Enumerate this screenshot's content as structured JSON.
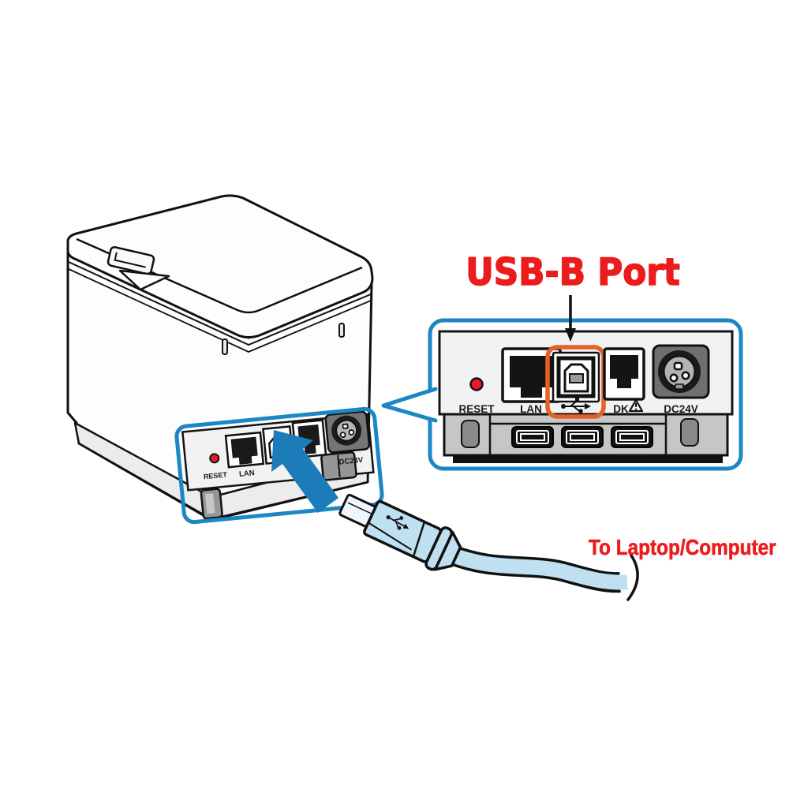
{
  "diagram": {
    "title": "USB-B Port",
    "cable_label": "To Laptop/Computer",
    "zoom_panel": {
      "reset_label": "RESET",
      "lan_label": "LAN",
      "dk_label": "DK",
      "dc24v_label": "DC24V",
      "usb_a_port_count": 3
    },
    "printer_panel": {
      "reset_label": "RESET",
      "lan_label": "LAN",
      "dc24v_label": "DC24V"
    },
    "colors": {
      "callout_blue": "#1d87c3",
      "arrow_blue": "#1b7cb9",
      "highlight_orange": "#e2622a",
      "label_red": "#ed1c1c",
      "cable_blue": "#bfe0f1",
      "reset_dot_red": "#e8192c"
    },
    "icons": [
      "usb-trident-icon",
      "warning-triangle-icon",
      "down-arrow-icon",
      "plug-arrow-icon"
    ]
  }
}
